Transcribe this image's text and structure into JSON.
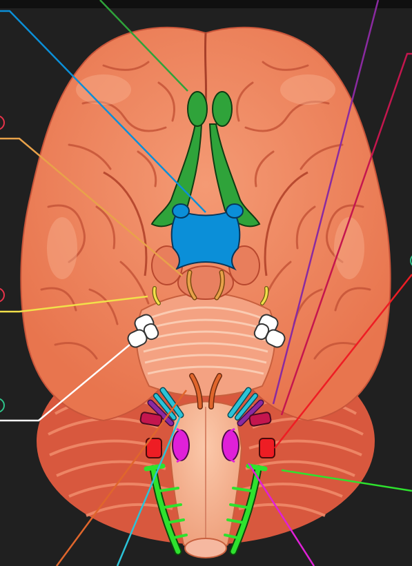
{
  "diagram": {
    "structures": [
      {
        "id": "olfactory-bulb",
        "color": "#2fa33a"
      },
      {
        "id": "optic-chiasm",
        "color": "#0b8fd8"
      },
      {
        "id": "oculomotor-nerve",
        "color": "#e8a24a"
      },
      {
        "id": "trochlear-nerve",
        "color": "#f2e04a"
      },
      {
        "id": "trigeminal-nerve",
        "color": "#ffffff"
      },
      {
        "id": "abducens-nerve",
        "color": "#e0662c"
      },
      {
        "id": "facial-nerve",
        "color": "#2bc3d8"
      },
      {
        "id": "vestibulocochlear-nerve",
        "color": "#8a2aa0"
      },
      {
        "id": "glossopharyngeal-nerve",
        "color": "#c4164e"
      },
      {
        "id": "vagus-nerve",
        "color": "#ee1d24"
      },
      {
        "id": "accessory-nerve",
        "color": "#2ee22e"
      },
      {
        "id": "hypoglossal-nerve",
        "color": "#e020d8"
      }
    ],
    "label_markers": [
      {
        "id": "marker-left-1",
        "color": "#e8334a"
      },
      {
        "id": "marker-left-2",
        "color": "#e8334a"
      },
      {
        "id": "marker-left-3",
        "color": "#2ec48a"
      },
      {
        "id": "marker-right-1",
        "color": "#2ec48a"
      }
    ],
    "colors": {
      "background": "#202020",
      "brain": "#f08a64",
      "brain_light": "#f7a27e",
      "brain_dark": "#b8482e",
      "cerebellum": "#e0654a",
      "brainstem": "#f4b392"
    }
  }
}
